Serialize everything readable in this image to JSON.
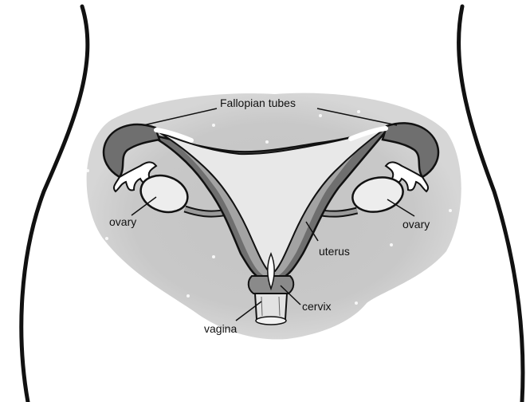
{
  "labels": {
    "fallopian_tubes": "Fallopian tubes",
    "ovary_left": "ovary",
    "ovary_right": "ovary",
    "uterus": "uterus",
    "cervix": "cervix",
    "vagina": "vagina"
  },
  "colors": {
    "background": "#ffffff",
    "glow": "#bdbdbd",
    "outline": "#111111",
    "wall_dark": "#6f6f6f",
    "wall_mid": "#a3a3a3",
    "cavity": "#e8e8e8",
    "ovary": "#ededed"
  }
}
